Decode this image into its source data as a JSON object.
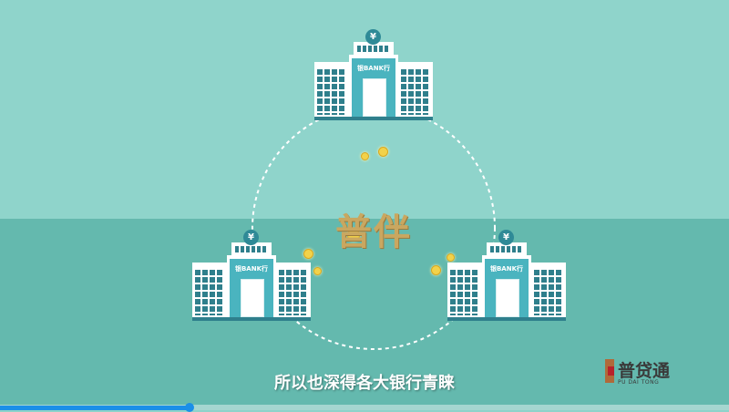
{
  "scene": {
    "center_title": "普伴",
    "bank_label": "银BANK行",
    "bank_sign": "¥",
    "colors": {
      "sky": "#8fd4cb",
      "ground": "#64b9ae",
      "gold": "#c9a760",
      "building": "#4ab4bf"
    }
  },
  "subtitle": "所以也深得各大银行青睐",
  "logo": {
    "name": "普贷通",
    "en": "PU DAI TONG"
  },
  "player": {
    "progress_percent": 26
  }
}
